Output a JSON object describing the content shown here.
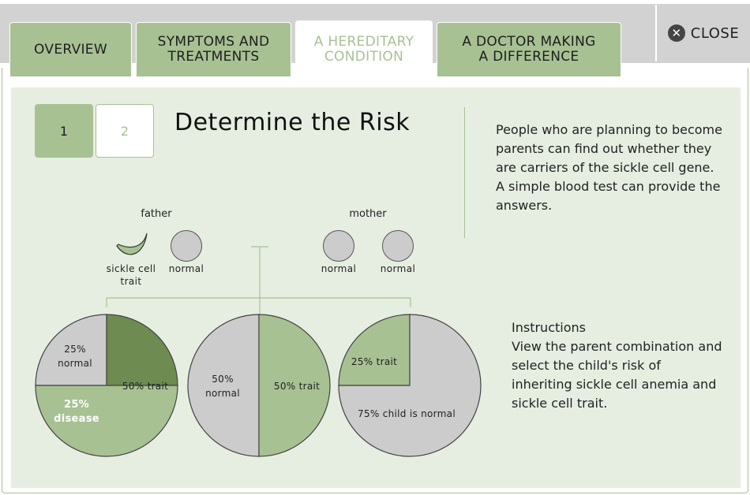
{
  "tabs": [
    {
      "label_line1": "OVERVIEW",
      "label_line2": ""
    },
    {
      "label_line1": "SYMPTOMS AND",
      "label_line2": "TREATMENTS"
    },
    {
      "label_line1": "A HEREDITARY",
      "label_line2": "CONDITION"
    },
    {
      "label_line1": "A DOCTOR MAKING",
      "label_line2": "A DIFFERENCE"
    }
  ],
  "close": {
    "label": "CLOSE",
    "icon": "close-icon"
  },
  "steps": [
    "1",
    "2"
  ],
  "title": "Determine the Risk",
  "intro": "People who are planning to become parents can find out whether they are carriers of the sickle cell gene. A simple blood test can provide the answers.",
  "instructions": {
    "heading": "Instructions",
    "body": "View the parent combination and select the child's risk of inheriting sickle cell anemia and sickle cell trait."
  },
  "father": {
    "label": "father",
    "cell1_line1": "sickle cell",
    "cell1_line2": "trait",
    "cell2": "normal"
  },
  "mother": {
    "label": "mother",
    "cell1": "normal",
    "cell2": "normal"
  },
  "pies": [
    {
      "slices": [
        {
          "value": 25,
          "label_line1": "25%",
          "label_line2": "normal",
          "color": "#cccccc"
        },
        {
          "value": 25,
          "label_line1": "25%",
          "label_line2": "disease",
          "color": "#6e8b51"
        },
        {
          "value": 50,
          "label_line1": "50% trait",
          "label_line2": "",
          "color": "#a7c193"
        }
      ]
    },
    {
      "slices": [
        {
          "value": 50,
          "label_line1": "50%",
          "label_line2": "normal",
          "color": "#cccccc"
        },
        {
          "value": 50,
          "label_line1": "50% trait",
          "label_line2": "",
          "color": "#a7c193"
        }
      ]
    },
    {
      "slices": [
        {
          "value": 25,
          "label_line1": "25% trait",
          "label_line2": "",
          "color": "#a7c193"
        },
        {
          "value": 75,
          "label_line1": "75% child is normal",
          "label_line2": "",
          "color": "#cccccc"
        }
      ]
    }
  ],
  "colors": {
    "accent": "#a7c193",
    "disease": "#6e8b51",
    "normal": "#cccccc",
    "panel": "#e6eee1",
    "topbar": "#d2d2d2"
  }
}
